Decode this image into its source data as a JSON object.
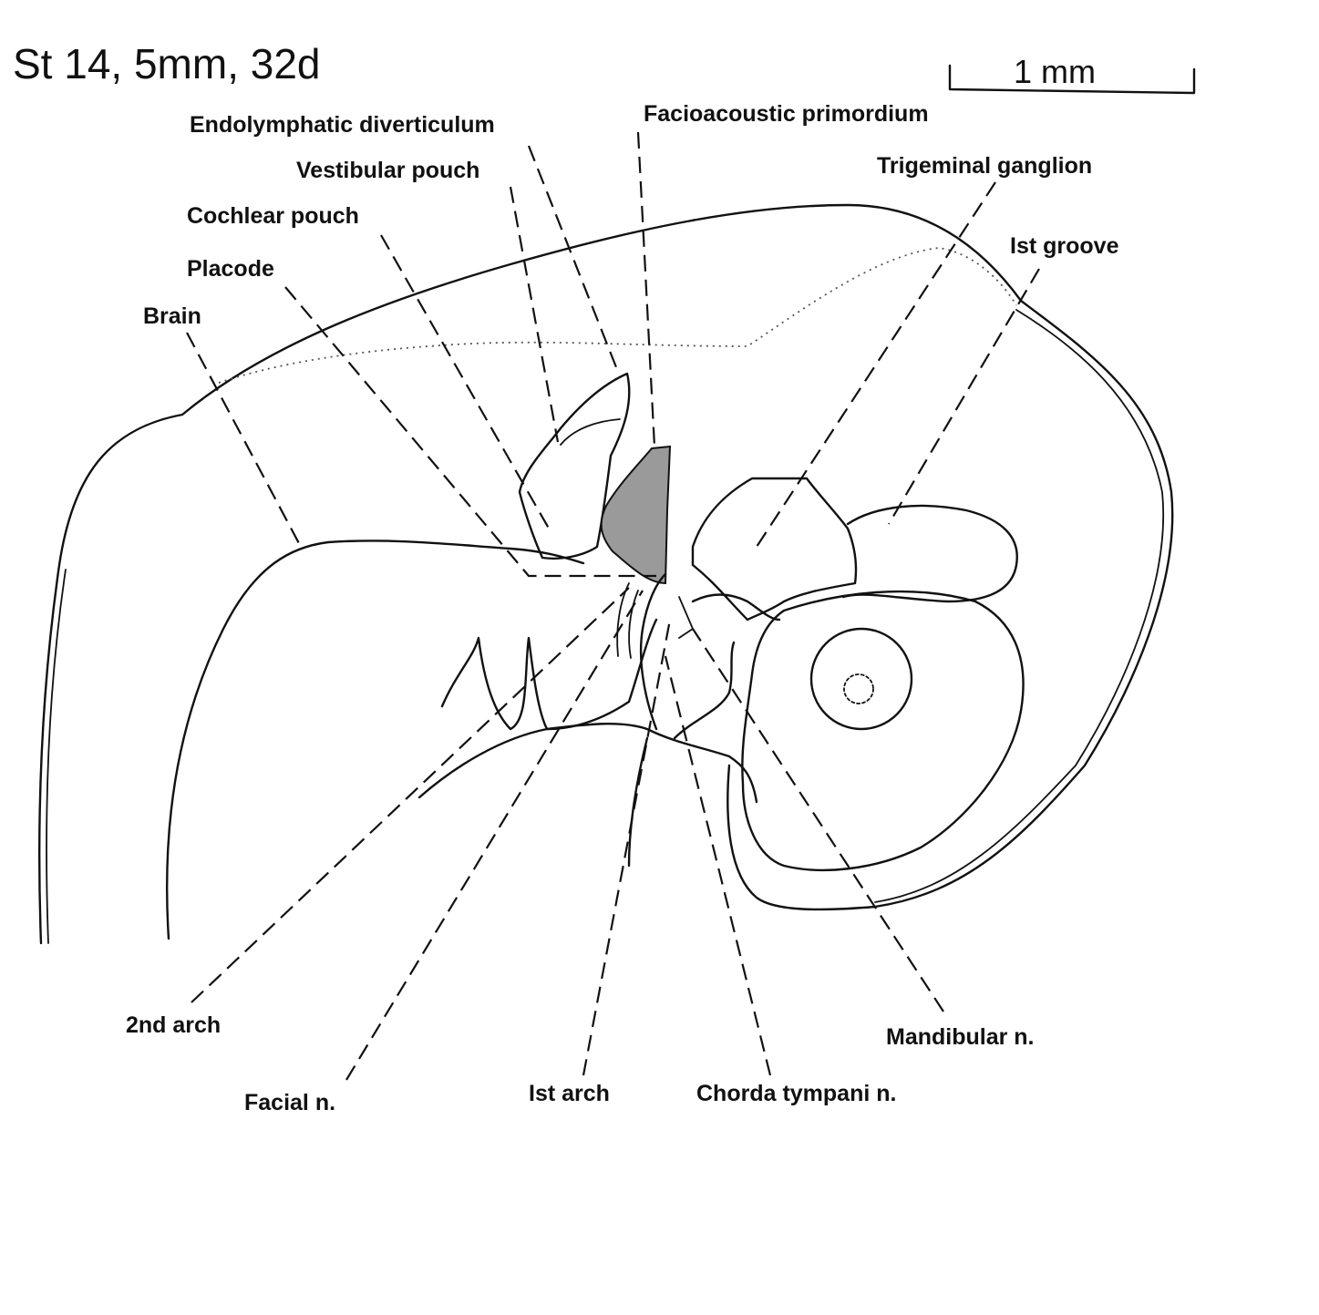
{
  "title": "St 14, 5mm, 32d",
  "scale_bar": {
    "label": "1 mm"
  },
  "labels": {
    "endolymphatic_diverticulum": "Endolymphatic diverticulum",
    "facioacoustic_primordium": "Facioacoustic primordium",
    "vestibular_pouch": "Vestibular pouch",
    "trigeminal_ganglion": "Trigeminal ganglion",
    "cochlear_pouch": "Cochlear pouch",
    "first_groove": "Ist groove",
    "placode": "Placode",
    "brain": "Brain",
    "second_arch": "2nd arch",
    "facial_n": "Facial n.",
    "first_arch": "Ist arch",
    "chorda_tympani_n": "Chorda tympani n.",
    "mandibular_n": "Mandibular n."
  },
  "colors": {
    "ink": "#111111",
    "background": "#ffffff"
  }
}
